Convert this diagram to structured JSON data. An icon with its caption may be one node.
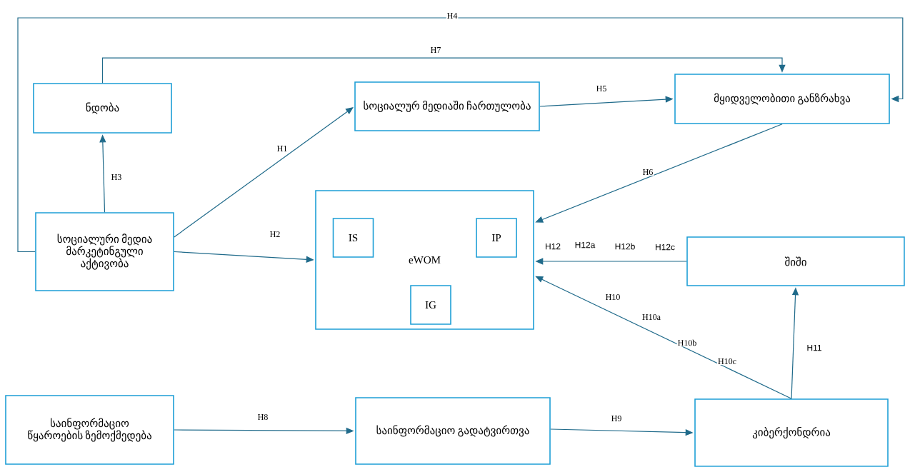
{
  "diagram": {
    "nodes": [
      {
        "text": [
          "ნდობა"
        ]
      },
      {
        "text": [
          "სოციალური მედია მარკეტინგული აქტივობა"
        ]
      },
      {
        "text": [
          "სოციალურ მედიაში ჩართულობა"
        ]
      },
      {
        "text": [
          "მყიდველობითი განზრახვა"
        ]
      },
      {
        "text": [
          "eWOM"
        ]
      },
      {
        "text": [
          "IS"
        ],
        "in": 4
      },
      {
        "text": [
          "IP"
        ],
        "in": 4
      },
      {
        "text": [
          "IG"
        ],
        "in": 4
      },
      {
        "text": [
          "შიში"
        ]
      },
      {
        "text": [
          "საინფორმაციო წყაროების ზემოქმედება"
        ]
      },
      {
        "text": [
          "საინფორმაციო გადატვირთვა"
        ]
      },
      {
        "text": [
          "კიბერქონდრია"
        ]
      }
    ],
    "edges": [
      {
        "from": 1,
        "to": 2,
        "arrow": "to",
        "label": "H1"
      },
      {
        "from": 1,
        "to": 4,
        "arrow": "to",
        "label": "H2"
      },
      {
        "from": 1,
        "to": 0,
        "arrow": "to",
        "label": "H3"
      },
      {
        "from": 1,
        "to": 3,
        "arrow": "to",
        "label": "H4"
      },
      {
        "from": 2,
        "to": 3,
        "arrow": "to",
        "label": "H5"
      },
      {
        "from": 3,
        "to": 4,
        "arrow": "to",
        "label": "H6"
      },
      {
        "from": 0,
        "to": 3,
        "arrow": "to",
        "label": "H7"
      },
      {
        "from": 9,
        "to": 10,
        "arrow": "to",
        "label": "H8"
      },
      {
        "from": 10,
        "to": 11,
        "arrow": "to",
        "label": "H9"
      },
      {
        "from": 11,
        "to": 4,
        "arrow": "to",
        "label": "H10"
      },
      {
        "from": 11,
        "to": 8,
        "arrow": "to",
        "label": "H11"
      },
      {
        "from": 8,
        "to": 4,
        "arrow": "to",
        "label": "H12"
      }
    ],
    "labels": [
      "H12a",
      "H12b",
      "H12c",
      "H10a",
      "H10b",
      "H10c"
    ]
  }
}
